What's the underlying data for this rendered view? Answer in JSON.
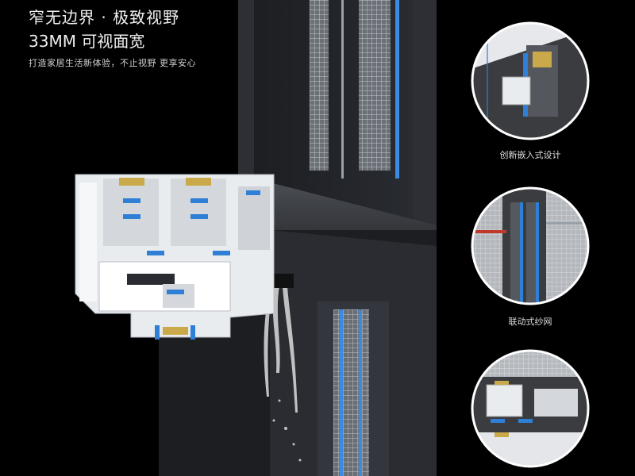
{
  "headline": {
    "title": "窄无边界 · 极致视野",
    "subtitle": "33MM 可视面宽",
    "tagline": "打造家居生活新体验，不止视野 更享安心"
  },
  "features": [
    {
      "label": "创新嵌入式设计",
      "icon": "embedded-frame-detail"
    },
    {
      "label": "联动式纱网",
      "icon": "linked-screen-detail"
    },
    {
      "label": "",
      "icon": "drainage-profile-detail"
    }
  ],
  "colors": {
    "background": "#000000",
    "frame": "#3a3c40",
    "profile": "#e9ecef",
    "gasket": "#2f7fd6",
    "accent_red": "#c0392b"
  }
}
